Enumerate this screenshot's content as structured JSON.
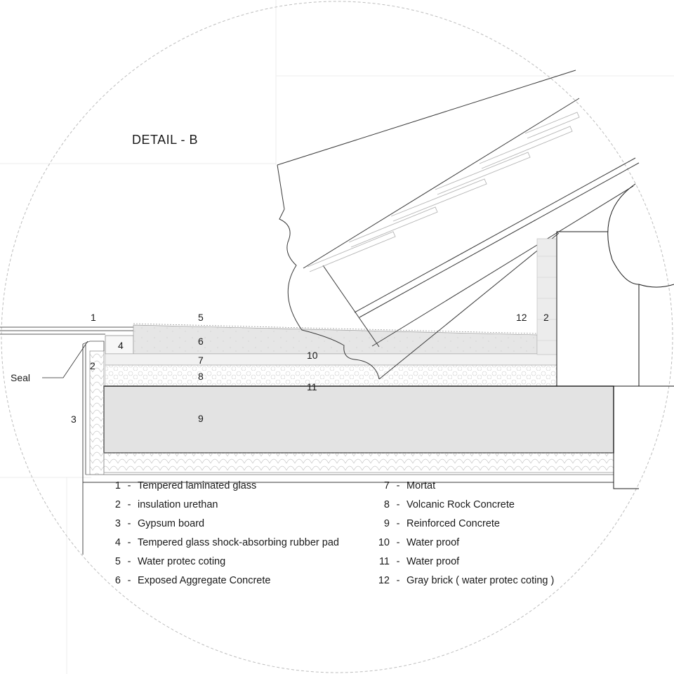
{
  "title": "DETAIL  -  B",
  "callouts": {
    "c1_top": "1",
    "c5": "5",
    "c12": "12",
    "c2_right": "2",
    "c4": "4",
    "c6": "6",
    "c10": "10",
    "c7": "7",
    "c2_left": "2",
    "c8": "8",
    "c11": "11",
    "seal": "Seal",
    "c3": "3",
    "c9": "9"
  },
  "legend_left": [
    {
      "num": "1",
      "text": "Tempered laminated glass"
    },
    {
      "num": "2",
      "text": "insulation urethan"
    },
    {
      "num": "3",
      "text": "Gypsum board"
    },
    {
      "num": "4",
      "text": "Tempered glass shock-absorbing rubber pad"
    },
    {
      "num": "5",
      "text": "Water protec coting"
    },
    {
      "num": "6",
      "text": "Exposed Aggregate Concrete"
    }
  ],
  "legend_right": [
    {
      "num": "7",
      "text": "Mortat"
    },
    {
      "num": "8",
      "text": "Volcanic Rock Concrete"
    },
    {
      "num": "9",
      "text": "Reinforced Concrete"
    },
    {
      "num": "10",
      "text": "Water proof"
    },
    {
      "num": "11",
      "text": "Water proof"
    },
    {
      "num": "12",
      "text": "Gray brick ( water protec coting )"
    }
  ]
}
